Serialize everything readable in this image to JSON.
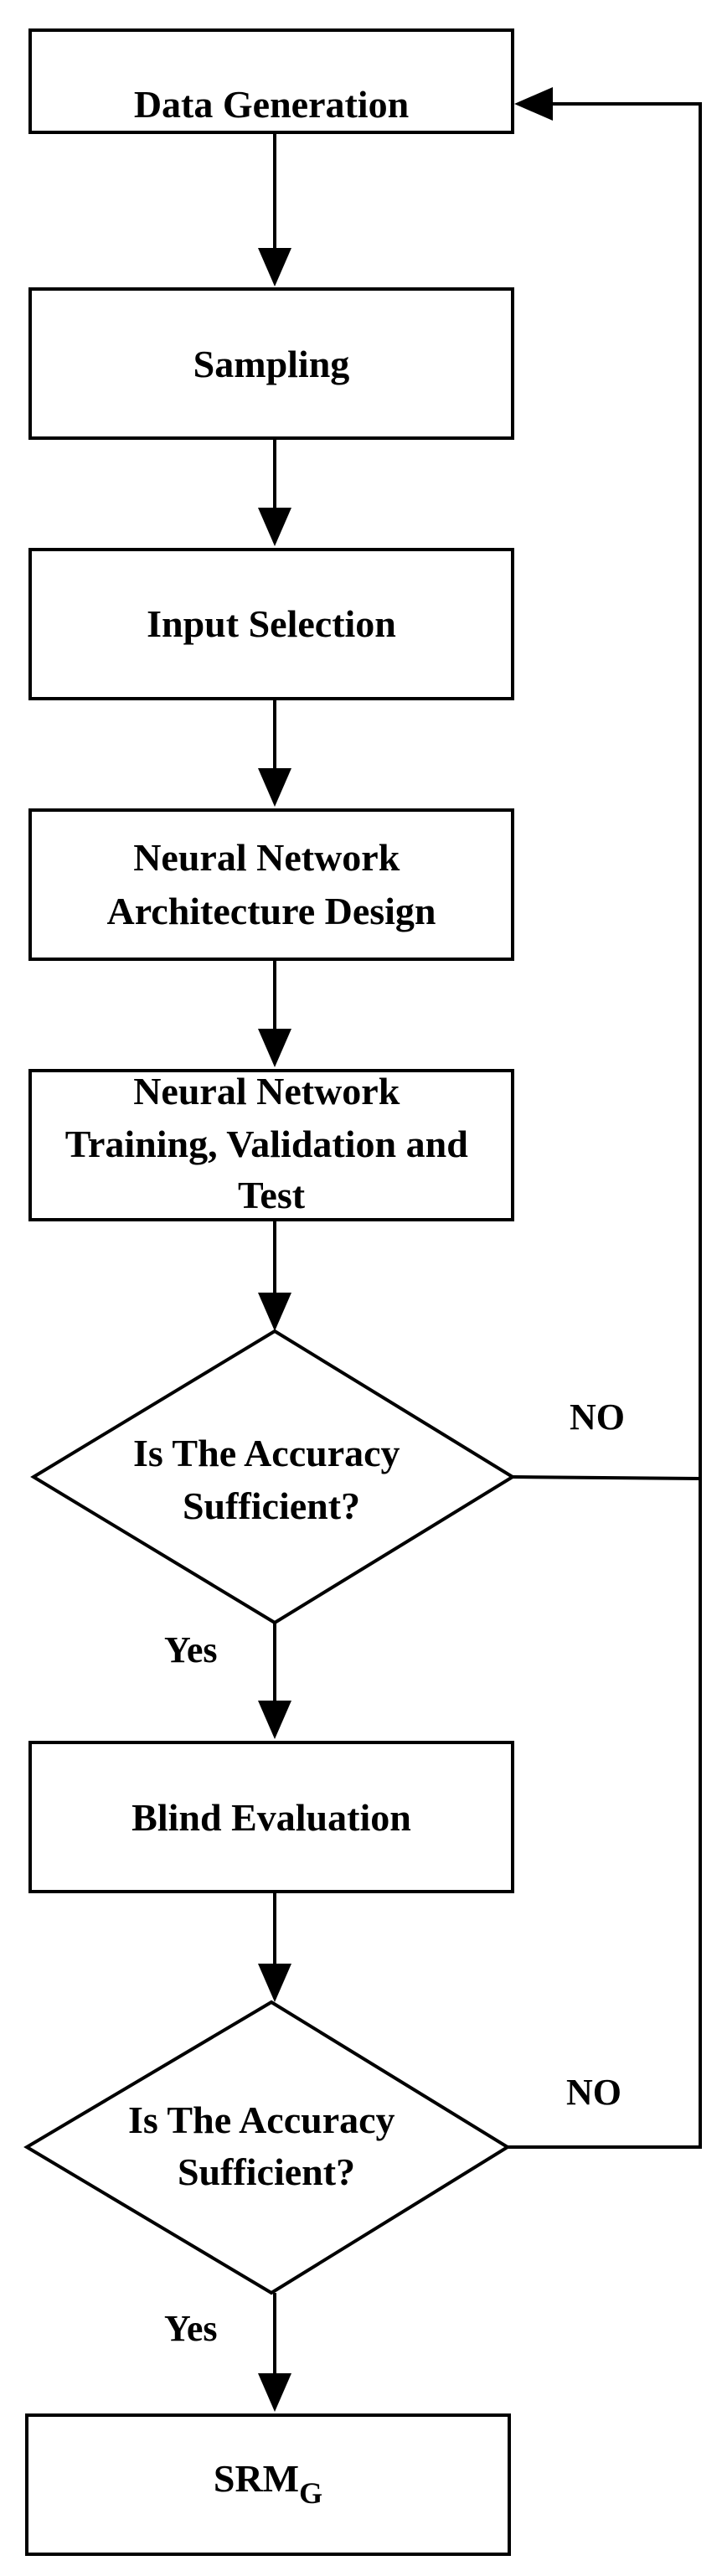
{
  "nodes": {
    "data_generation": {
      "lines": [
        "Data Generation"
      ]
    },
    "sampling": {
      "lines": [
        "Sampling"
      ]
    },
    "input_selection": {
      "lines": [
        "Input Selection"
      ]
    },
    "architecture_design": {
      "lines": [
        "Neural Network",
        "Architecture Design"
      ]
    },
    "training": {
      "lines": [
        "Neural Network",
        "Training, Validation and",
        "Test"
      ]
    },
    "decision_1": {
      "lines": [
        "Is The Accuracy",
        "Sufficient?"
      ]
    },
    "blind_evaluation": {
      "lines": [
        "Blind Evaluation"
      ]
    },
    "decision_2": {
      "lines": [
        "Is The Accuracy",
        "Sufficient?"
      ]
    },
    "srm": {
      "text": "SRM",
      "subscript": "G"
    }
  },
  "edges": {
    "decision_1_yes": "Yes",
    "decision_1_no": "NO",
    "decision_2_yes": "Yes",
    "decision_2_no": "NO"
  },
  "colors": {
    "stroke": "#000000",
    "fill": "#ffffff",
    "text": "#000000"
  }
}
